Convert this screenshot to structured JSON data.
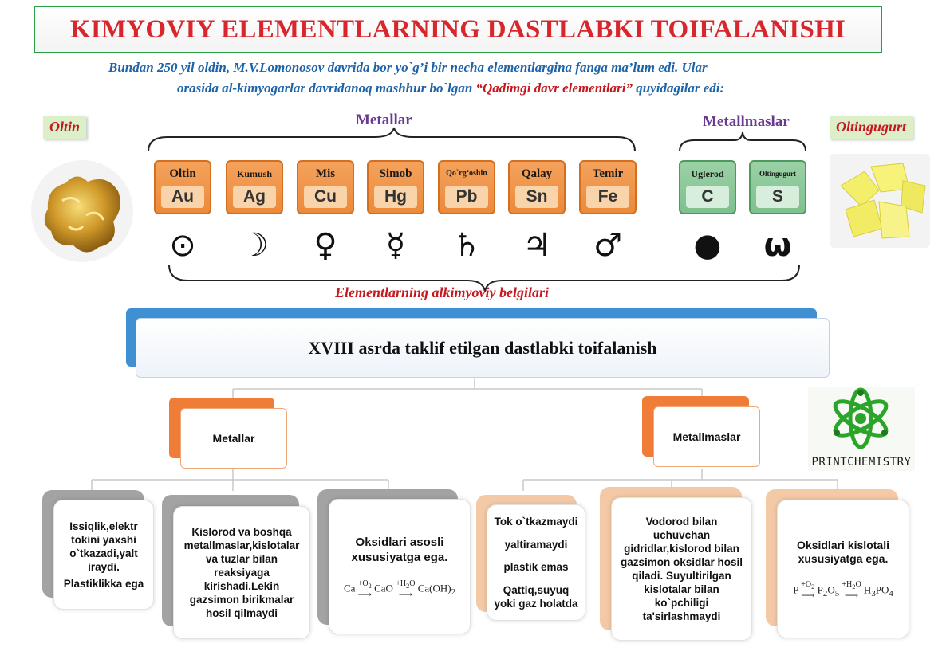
{
  "title": "KIMYOVIY ELEMENTLARNING DASTLABKI TOIFALANISHI",
  "intro": {
    "line1": "Bundan 250 yil oldin, M.V.Lomonosov davrida bor yo`g’i bir necha elementlargina fanga ma’lum edi. Ular",
    "line2_pre": "orasida al-kimyogarlar davridanoq mashhur bo`lgan ",
    "line2_hl": "“Qadimgi davr elementlari”",
    "line2_post": " quyidagilar edi:"
  },
  "groups": {
    "metals_label": "Metallar",
    "nonmetals_label": "Metallmaslar"
  },
  "side_labels": {
    "left": "Oltin",
    "right": "Oltingugurt"
  },
  "elements": [
    {
      "name": "Oltin",
      "symbol": "Au",
      "alchemy": "⊙",
      "alchemy_icon": "sun-symbol-icon"
    },
    {
      "name": "Kumush",
      "symbol": "Ag",
      "alchemy": "☽",
      "alchemy_icon": "moon-symbol-icon"
    },
    {
      "name": "Mis",
      "symbol": "Cu",
      "alchemy": "♀",
      "alchemy_icon": "venus-symbol-icon"
    },
    {
      "name": "Simob",
      "symbol": "Hg",
      "alchemy": "☿",
      "alchemy_icon": "mercury-symbol-icon"
    },
    {
      "name": "Qo`rg‘oshin",
      "symbol": "Pb",
      "alchemy": "♄",
      "alchemy_icon": "saturn-symbol-icon"
    },
    {
      "name": "Qalay",
      "symbol": "Sn",
      "alchemy": "♃",
      "alchemy_icon": "jupiter-symbol-icon"
    },
    {
      "name": "Temir",
      "symbol": "Fe",
      "alchemy": "♂",
      "alchemy_icon": "mars-symbol-icon"
    },
    {
      "name": "Uglerod",
      "symbol": "C",
      "alchemy": "●",
      "alchemy_icon": "carbon-circle-icon"
    },
    {
      "name": "Oltingugurt",
      "symbol": "S",
      "alchemy": "ω",
      "alchemy_icon": "sulfur-omega-icon"
    }
  ],
  "alchemy_caption": "Elementlarning alkimyoviy belgilari",
  "banner": "XVIII asrda taklif etilgan dastlabki toifalanish",
  "categories": {
    "metals": "Metallar",
    "nonmetals": "Metallmaslar"
  },
  "logo_text": "PRINTCHEMISTRY",
  "colors": {
    "title": "#d7262c",
    "intro": "#1d63a8",
    "group_label": "#6a3a93",
    "metal_tile": "#ec8a3a",
    "nonmetal_tile": "#7ec08e",
    "banner_accent": "#3f8fd3",
    "logo": "#2aa52a"
  },
  "metal_cards": [
    {
      "lines": [
        "Issiqlik,elektr tokini yaxshi o`tkazadi,yalt iraydi.",
        "Plastiklikka ega"
      ]
    },
    {
      "lines": [
        "Kislorod va boshqa metallmaslar,kislotalar va tuzlar bilan reaksiyaga kirishadi.Lekin gazsimon birikmalar hosil qilmaydi"
      ]
    },
    {
      "lines": [
        "Oksidlari asosli xususiyatga ega."
      ],
      "equation": {
        "a": "Ca",
        "r1": "+O",
        "r1s": "2",
        "b": "CaO",
        "r2": "+H",
        "r2s": "2",
        "r2e": "O",
        "c": "Ca(OH)",
        "cs": "2"
      }
    }
  ],
  "nonmetal_cards": [
    {
      "lines": [
        "Tok o`tkazmaydi",
        "yaltiramaydi",
        "plastik emas",
        "Qattiq,suyuq yoki gaz holatda"
      ]
    },
    {
      "lines": [
        "Vodorod bilan uchuvchan gidridlar,kislorod bilan gazsimon oksidlar hosil qiladi. Suyultirilgan kislotalar bilan ko`pchiligi ta'sirlashmaydi"
      ]
    },
    {
      "lines": [
        "Oksidlari kislotali xususiyatga ega."
      ],
      "equation": {
        "a": "P",
        "r1": "+O",
        "r1s": "2",
        "b1": "P",
        "b1s": "2",
        "b2": "O",
        "b2s": "5",
        "r2": "+H",
        "r2s": "2",
        "r2e": "O",
        "c1": "H",
        "c1s": "3",
        "c2": "PO",
        "c2s": "4"
      }
    }
  ]
}
